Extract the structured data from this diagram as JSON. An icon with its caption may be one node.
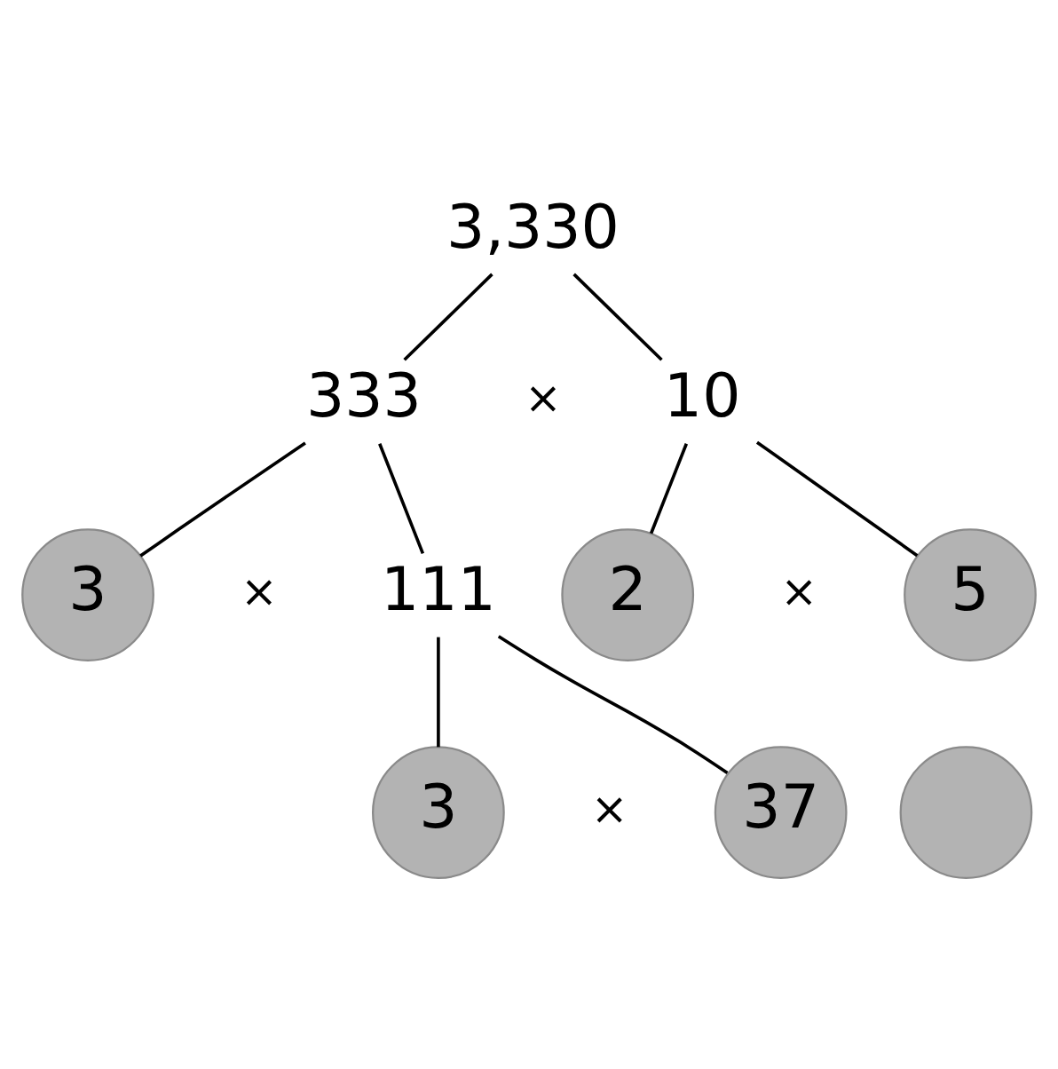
{
  "diagram": {
    "nodes": [
      {
        "text": [
          "3,330"
        ]
      },
      {
        "text": [
          "333"
        ]
      },
      {
        "text": [
          "10"
        ]
      },
      {
        "text": [
          "3"
        ]
      },
      {
        "text": [
          "111"
        ]
      },
      {
        "text": [
          "2"
        ]
      },
      {
        "text": [
          "5"
        ]
      },
      {
        "text": [
          "3"
        ]
      },
      {
        "text": [
          "37"
        ]
      },
      {
        "text": [],
        "shape": "circle"
      }
    ],
    "edges": [
      {
        "from": 0,
        "to": 1,
        "arrow": "none"
      },
      {
        "from": 0,
        "to": 2,
        "arrow": "none"
      },
      {
        "from": 1,
        "to": 3,
        "arrow": "none"
      },
      {
        "from": 1,
        "to": 4,
        "arrow": "none"
      },
      {
        "from": 2,
        "to": 5,
        "arrow": "none"
      },
      {
        "from": 2,
        "to": 6,
        "arrow": "none"
      },
      {
        "from": 4,
        "to": 7,
        "arrow": "none"
      },
      {
        "from": 4,
        "to": 8,
        "arrow": "none"
      }
    ],
    "labels": [
      "×",
      "×",
      "×",
      "×"
    ]
  }
}
